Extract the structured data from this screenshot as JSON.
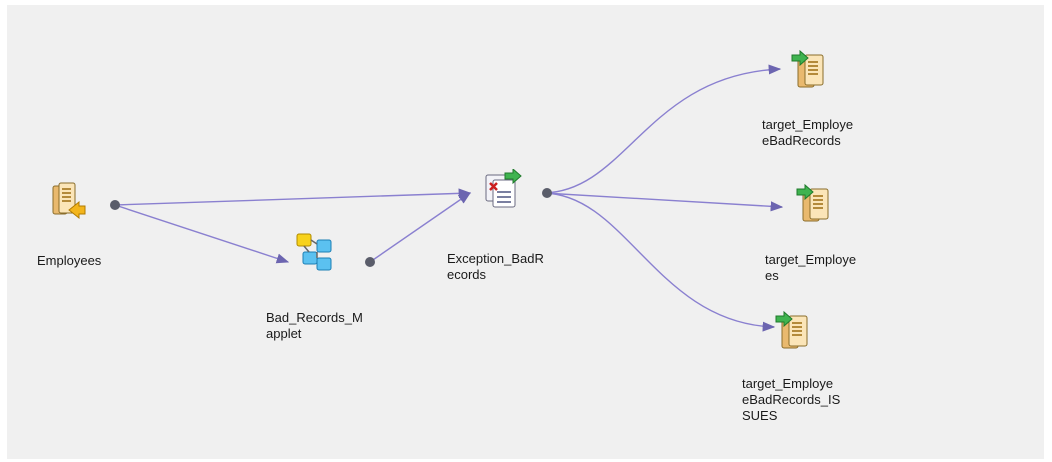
{
  "nodes": {
    "employees": {
      "label": "Employees",
      "icon": "source-table-icon"
    },
    "mapplet": {
      "label": "Bad_Records_M\napplet",
      "icon": "mapplet-icon"
    },
    "exception": {
      "label": "Exception_BadR\necords",
      "icon": "exception-transform-icon"
    },
    "target_bad_records": {
      "label": "target_Employe\neBadRecords",
      "icon": "target-table-icon"
    },
    "target_employees": {
      "label": "target_Employe\nes",
      "icon": "target-table-icon"
    },
    "target_issues": {
      "label": "target_Employe\neBadRecords_IS\nSUES",
      "icon": "target-table-icon"
    }
  },
  "colors": {
    "canvas": "#f0f0f0",
    "link": "#8a80d0",
    "port": "#5a5d6a"
  }
}
